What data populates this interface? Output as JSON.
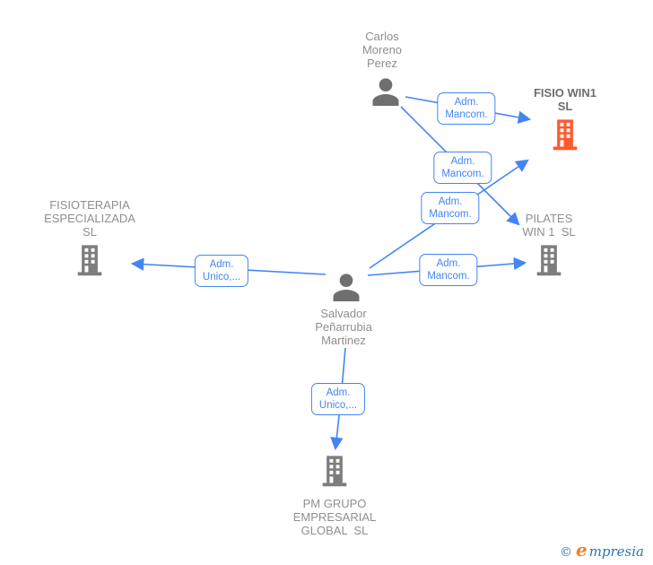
{
  "colors": {
    "edge_blue": "#4285f4",
    "node_gray": "#7b7b7b",
    "label_gray": "#8f8f8f",
    "company_bold_gray": "#6e6e6e",
    "highlight_orange": "#ff5a2d",
    "logo_blue": "#2e74b5",
    "logo_orange": "#ef8220",
    "background": "#ffffff"
  },
  "nodes": {
    "carlos": {
      "type": "person",
      "name": "Carlos\nMoreno\nPerez"
    },
    "salvador": {
      "type": "person",
      "name": "Salvador\nPeñarrubia\nMartinez"
    },
    "fisio_win1": {
      "type": "company",
      "name": "FISIO WIN1\nSL",
      "highlighted": true
    },
    "fisioterapia": {
      "type": "company",
      "name": "FISIOTERAPIA\nESPECIALIZADA\nSL"
    },
    "pilates": {
      "type": "company",
      "name": "PILATES\nWIN 1  SL"
    },
    "pm_grupo": {
      "type": "company",
      "name": "PM GRUPO\nEMPRESARIAL\nGLOBAL  SL"
    }
  },
  "edges": [
    {
      "id": "carlos-to-fisio_win1",
      "label": "Adm.\nMancom."
    },
    {
      "id": "carlos-to-pilates",
      "label": "Adm.\nMancom."
    },
    {
      "id": "salvador-to-fisio_win1",
      "label": "Adm.\nMancom."
    },
    {
      "id": "salvador-to-pilates",
      "label": "Adm.\nMancom."
    },
    {
      "id": "salvador-to-fisioterapia",
      "label": "Adm.\nUnico,..."
    },
    {
      "id": "salvador-to-pm_grupo",
      "label": "Adm.\nUnico,..."
    }
  ],
  "watermark": {
    "copyright": "©",
    "brand_initial": "e",
    "brand_rest": "mpresia"
  }
}
